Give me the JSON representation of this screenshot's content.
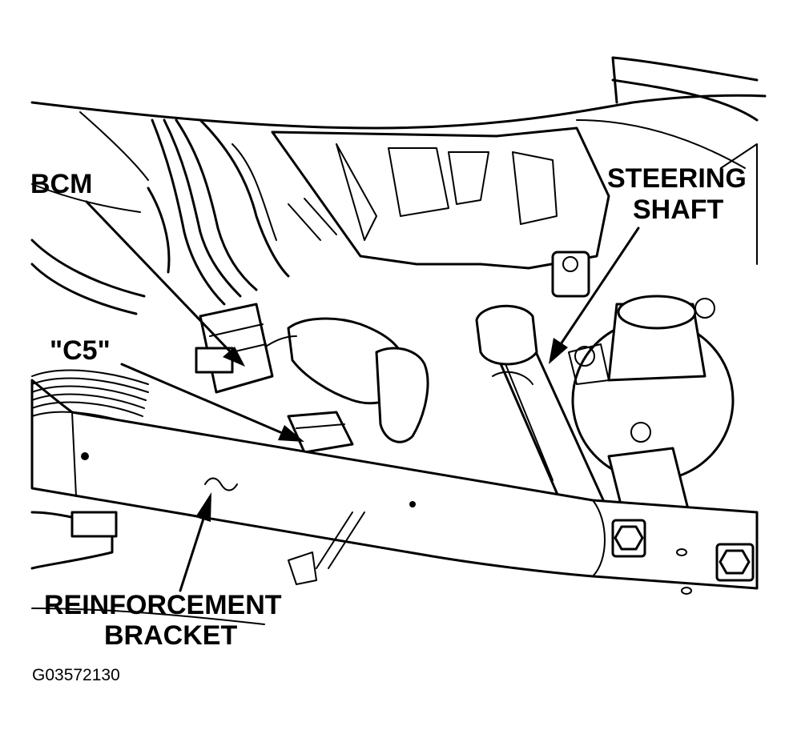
{
  "labels": {
    "bcm": "BCM",
    "c5": "\"C5\"",
    "steering_line1": "STEERING",
    "steering_line2": "SHAFT",
    "reinforcement_line1": "REINFORCEMENT",
    "reinforcement_line2": "BRACKET"
  },
  "figure_id": "G03572130"
}
